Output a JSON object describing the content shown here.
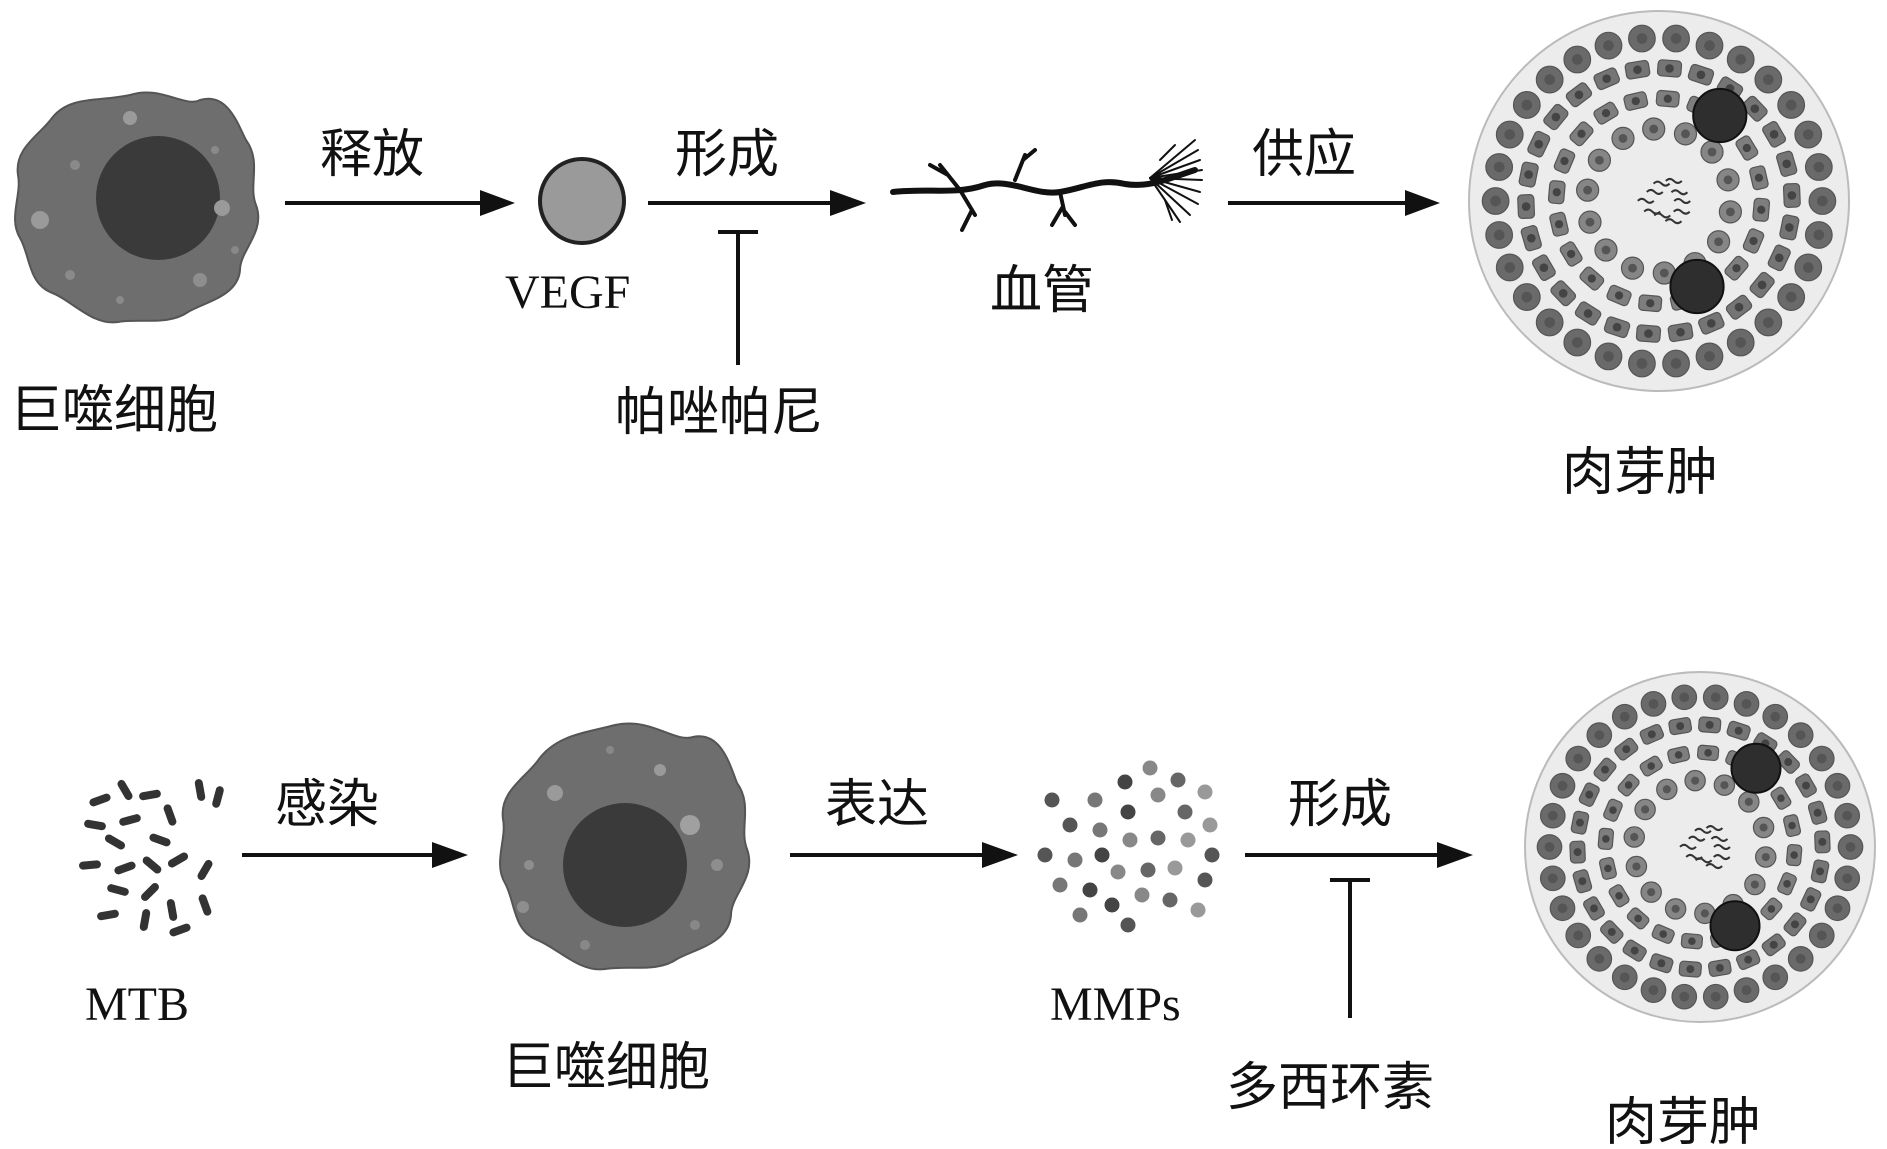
{
  "row1": {
    "macrophage_label": "巨噬细胞",
    "release_label": "释放",
    "vegf_label": "VEGF",
    "form_label": "形成",
    "inhibitor_label": "帕唑帕尼",
    "vessel_label": "血管",
    "supply_label": "供应",
    "granuloma_label": "肉芽肿"
  },
  "row2": {
    "mtb_label": "MTB",
    "infect_label": "感染",
    "macrophage_label": "巨噬细胞",
    "express_label": "表达",
    "mmps_label": "MMPs",
    "form_label": "形成",
    "inhibitor_label": "多西环素",
    "granuloma_label": "肉芽肿"
  },
  "colors": {
    "macrophage_body": "#6e6e6e",
    "macrophage_nucleus": "#3a3a3a",
    "vegf_fill": "#9a9a9a",
    "granuloma_bg": "#ececec",
    "line": "#111111"
  }
}
